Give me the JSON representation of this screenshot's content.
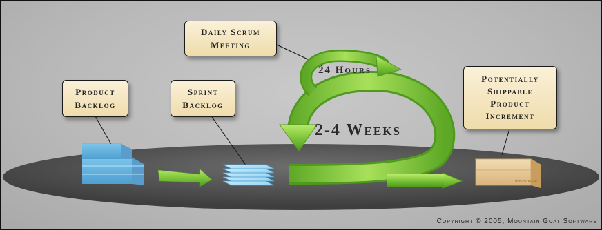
{
  "labels": {
    "daily_scrum": [
      "Daily Scrum",
      "Meeting"
    ],
    "product_backlog": [
      "Product",
      "Backlog"
    ],
    "sprint_backlog": [
      "Sprint",
      "Backlog"
    ],
    "increment": [
      "Potentially",
      "Shippable",
      "Product",
      "Increment"
    ]
  },
  "cycles": {
    "daily": "24 Hours",
    "sprint": "2-4 Weeks"
  },
  "copyright": "Copyright © 2005, Mountain Goat Software",
  "box_stamp": "THIS SIDE UP",
  "colors": {
    "arrow_green": "#7fc63a",
    "label_fill": "#f4e4bb",
    "backlog_blue": "#8fd0ef",
    "platform": "#5b5b5b",
    "crate": "#e5c79a"
  },
  "icons": [
    "product-backlog-stack-icon",
    "sprint-backlog-sheets-icon",
    "shippable-box-icon",
    "green-arrow-icon"
  ]
}
